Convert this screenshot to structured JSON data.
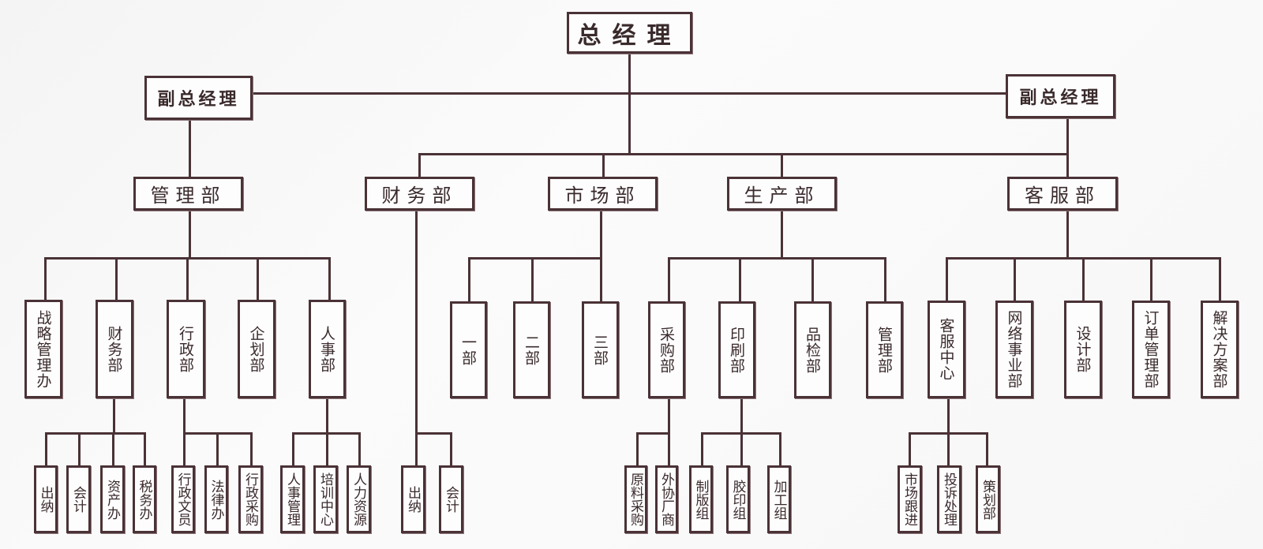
{
  "colors": {
    "line": "#4a3236",
    "text": "#3a2a2c",
    "background": "#f8f8f8"
  },
  "org": {
    "ceo": "总经理",
    "vp_left": "副总经理",
    "vp_right": "副总经理",
    "departments": [
      {
        "name": "管理部",
        "units": [
          {
            "name": "战略管理办",
            "teams": []
          },
          {
            "name": "财务部",
            "teams": [
              "出纳",
              "会计",
              "资产办",
              "税务办"
            ]
          },
          {
            "name": "行政部",
            "teams": [
              "行政文员",
              "法律办",
              "行政采购"
            ]
          },
          {
            "name": "企划部",
            "teams": []
          },
          {
            "name": "人事部",
            "teams": [
              "人事管理",
              "培训中心",
              "人力资源"
            ]
          }
        ]
      },
      {
        "name": "财务部",
        "units": [],
        "teams": [
          "出纳",
          "会计"
        ]
      },
      {
        "name": "市场部",
        "units": [
          {
            "name": "一部",
            "teams": []
          },
          {
            "name": "二部",
            "teams": []
          },
          {
            "name": "三部",
            "teams": []
          }
        ]
      },
      {
        "name": "生产部",
        "units": [
          {
            "name": "采购部",
            "teams": [
              "原料采购",
              "外协厂商"
            ]
          },
          {
            "name": "印刷部",
            "teams": [
              "制版组",
              "胶印组",
              "加工组"
            ]
          },
          {
            "name": "品检部",
            "teams": []
          },
          {
            "name": "管理部",
            "teams": []
          }
        ]
      },
      {
        "name": "客服部",
        "units": [
          {
            "name": "客服中心",
            "teams": [
              "市场跟进",
              "投诉处理",
              "策划部"
            ]
          },
          {
            "name": "网络事业部",
            "teams": []
          },
          {
            "name": "设计部",
            "teams": []
          },
          {
            "name": "订单管理部",
            "teams": []
          },
          {
            "name": "解决方案部",
            "teams": []
          }
        ]
      }
    ]
  }
}
